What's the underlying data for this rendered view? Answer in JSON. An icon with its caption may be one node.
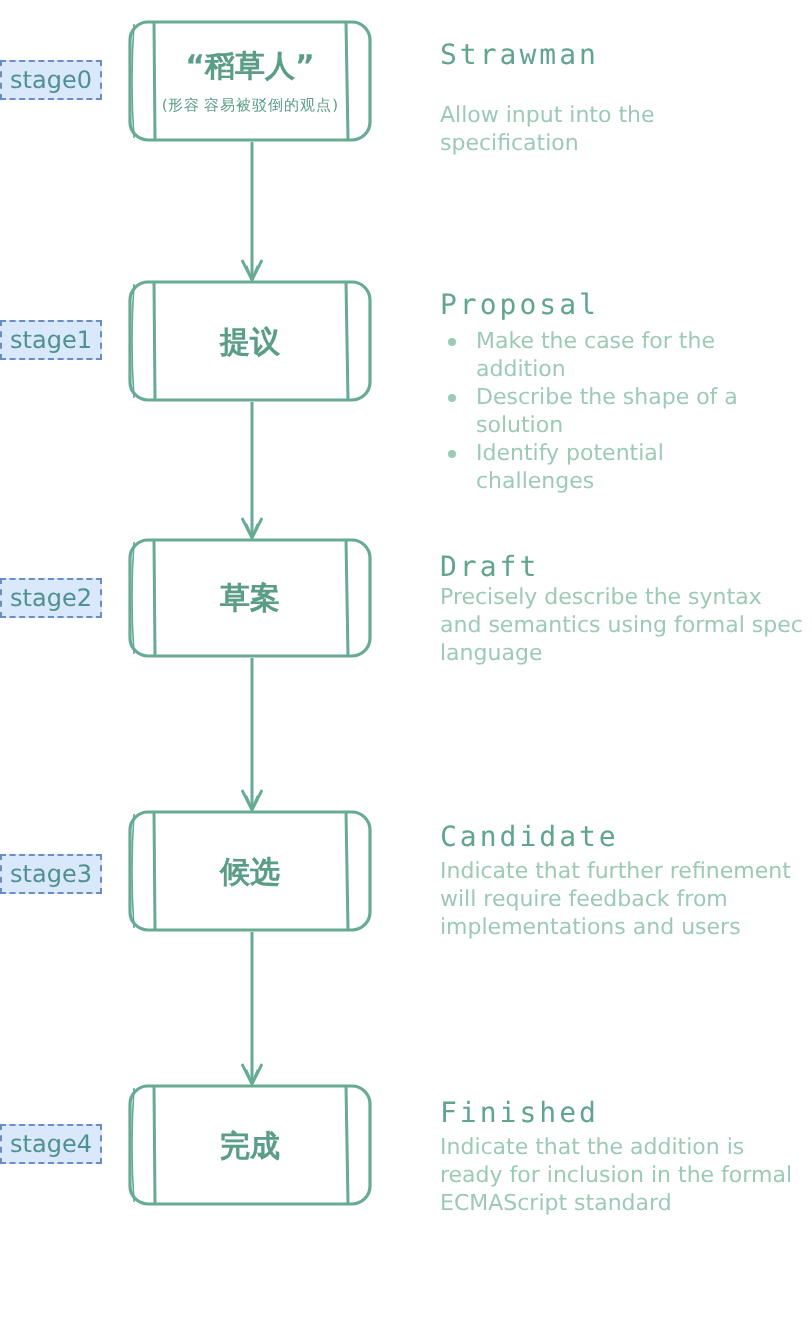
{
  "diagram": {
    "nodes": [
      {
        "text": [
          "stage0"
        ]
      },
      {
        "text": [
          "“稻草人”",
          "(形容 容易被驳倒的观点)"
        ],
        "beside": [
          "Strawman",
          "Allow input into the specification"
        ]
      },
      {
        "text": [
          "stage1"
        ]
      },
      {
        "text": [
          "提议"
        ],
        "beside": [
          "Proposal",
          "Make the case for the addition",
          "Describe the shape of a solution",
          "Identify potential challenges"
        ]
      },
      {
        "text": [
          "stage2"
        ]
      },
      {
        "text": [
          "草案"
        ],
        "beside": [
          "Draft",
          "Precisely describe the syntax and semantics using formal spec language"
        ]
      },
      {
        "text": [
          "stage3"
        ]
      },
      {
        "text": [
          "候选"
        ],
        "beside": [
          "Candidate",
          "Indicate that further refinement will require feedback from implementations and users"
        ]
      },
      {
        "text": [
          "stage4"
        ]
      },
      {
        "text": [
          "完成"
        ],
        "beside": [
          "Finished",
          "Indicate that the addition is ready for inclusion in the formal ECMAScript standard"
        ]
      }
    ],
    "edges": [
      {
        "from": 1,
        "to": 3,
        "arrow": "to"
      },
      {
        "from": 3,
        "to": 5,
        "arrow": "to"
      },
      {
        "from": 5,
        "to": 7,
        "arrow": "to"
      },
      {
        "from": 7,
        "to": 9,
        "arrow": "to"
      }
    ]
  }
}
